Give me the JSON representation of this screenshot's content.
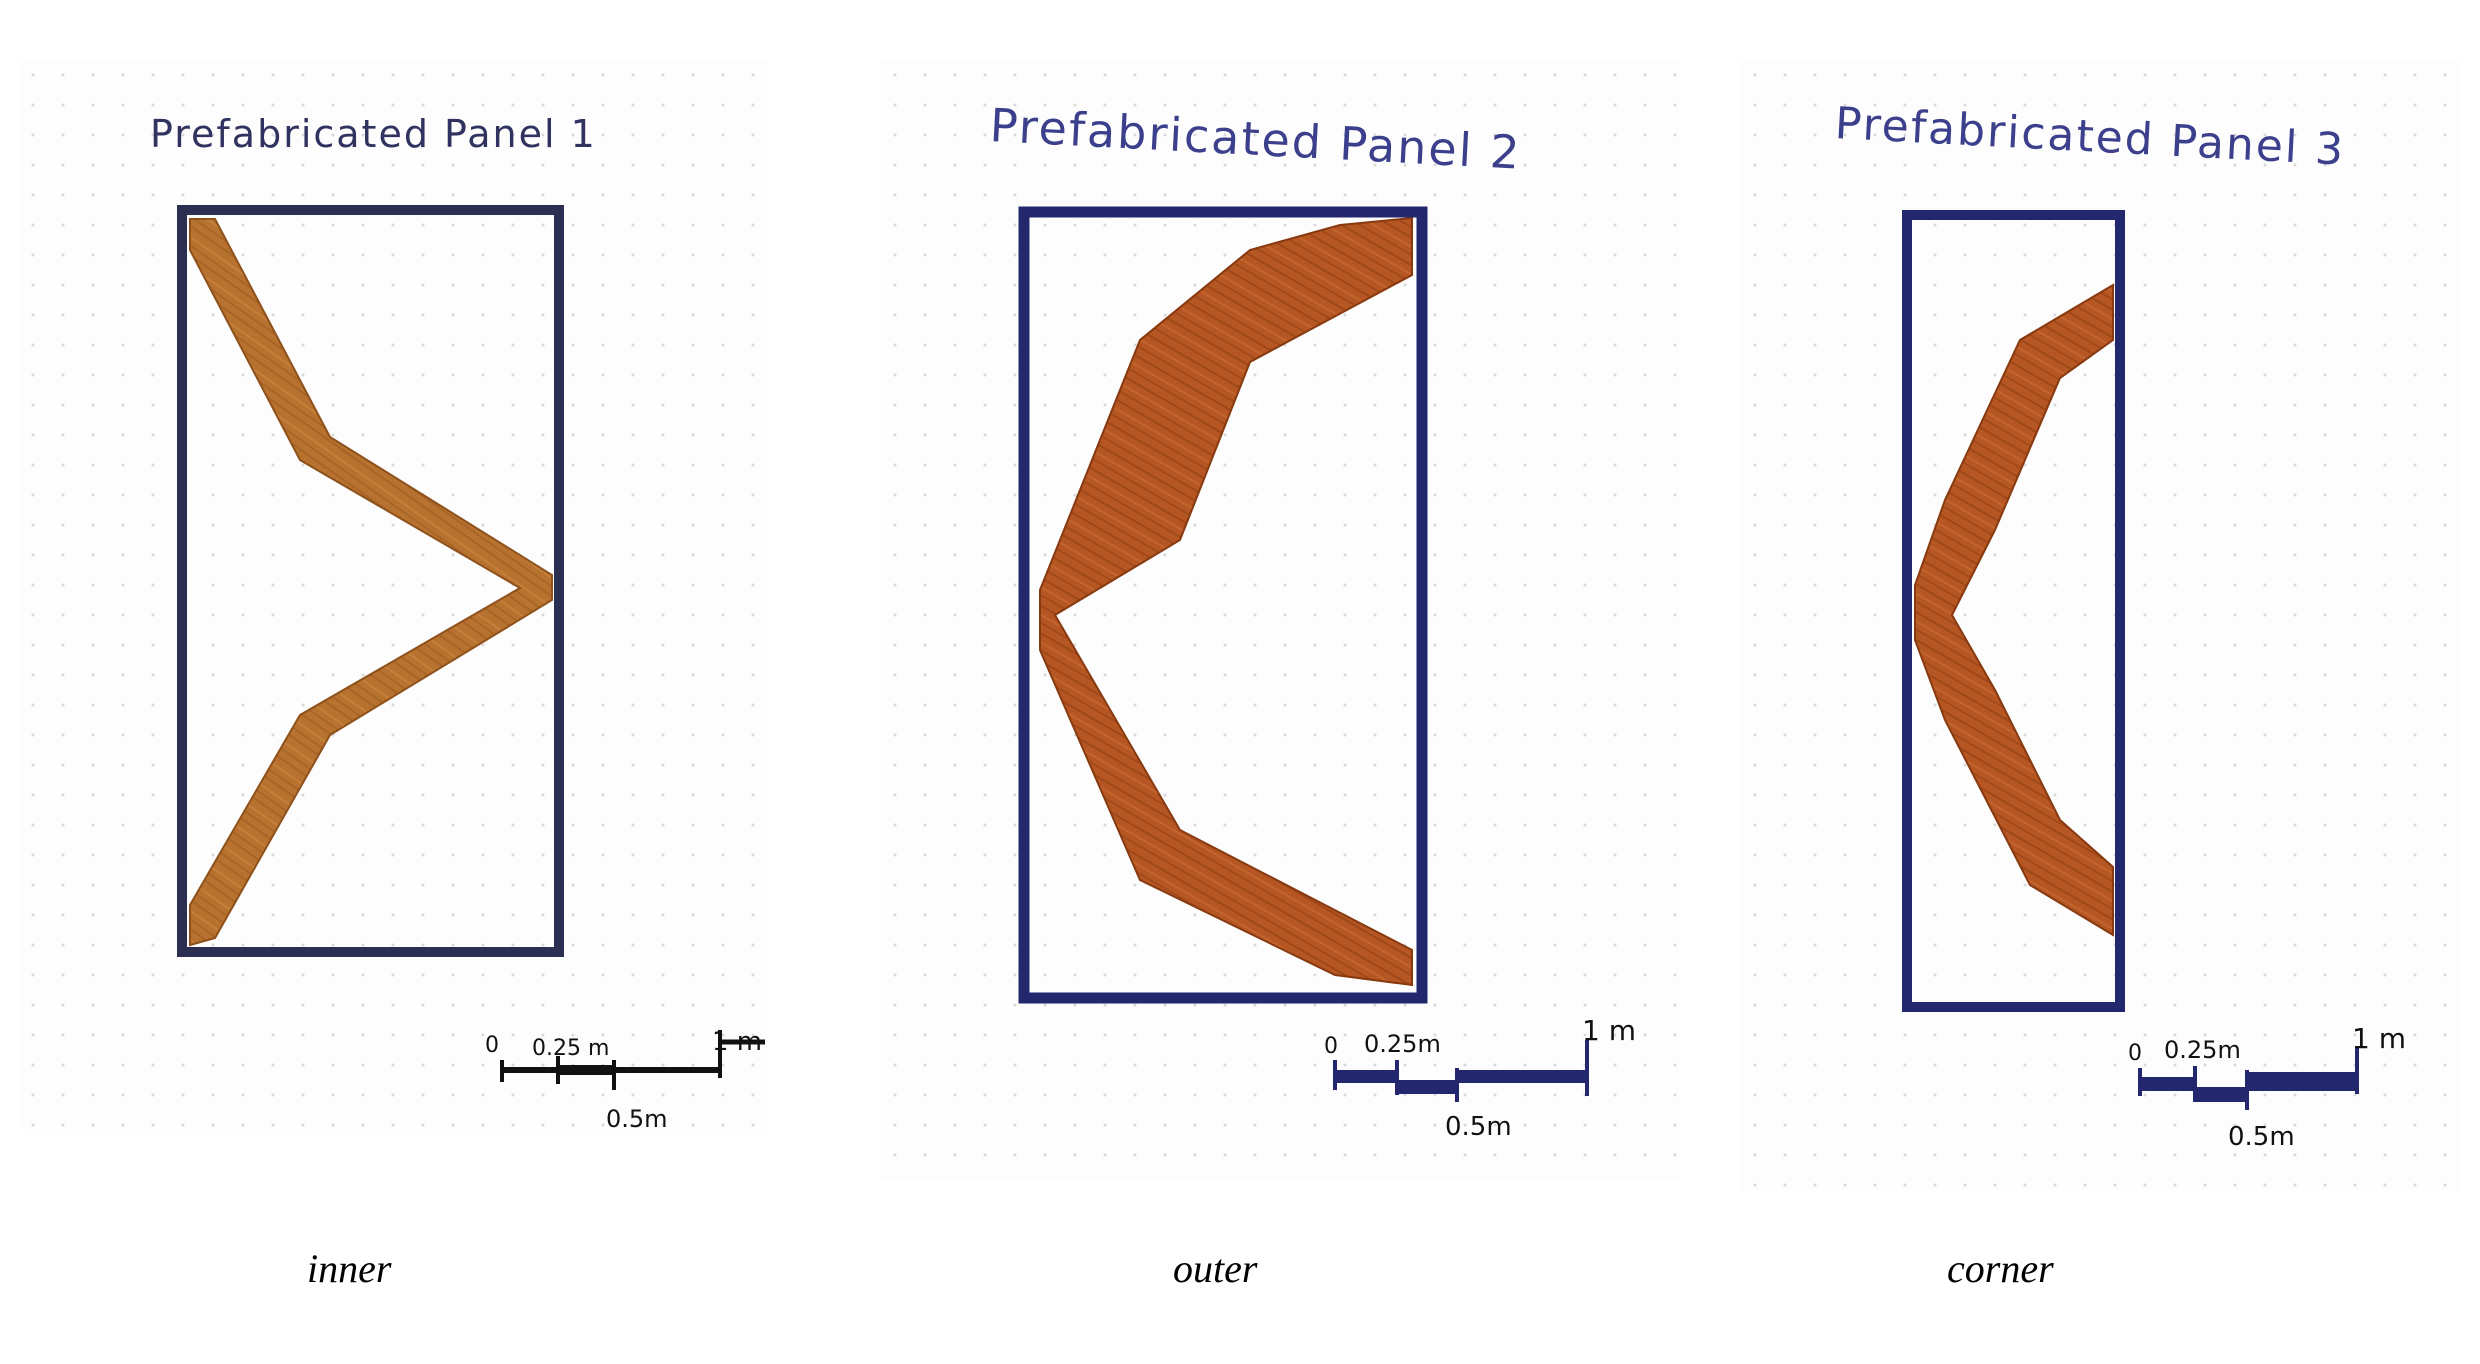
{
  "panels": [
    {
      "title": "Prefabricated Panel 1",
      "caption": "inner",
      "scale_labels": {
        "zero": "0",
        "quarter": "0.25 m",
        "half": "0.5m",
        "one": "1 m"
      }
    },
    {
      "title": "Prefabricated Panel 2",
      "caption": "outer",
      "scale_labels": {
        "zero": "0",
        "quarter": "0.25m",
        "half": "0.5m",
        "one": "1 m"
      }
    },
    {
      "title": "Prefabricated Panel 3",
      "caption": "corner",
      "scale_labels": {
        "zero": "0",
        "quarter": "0.25m",
        "half": "0.5m",
        "one": "1 m"
      }
    }
  ],
  "colors": {
    "frame_panel_1": "#2b2f52",
    "frame_panels_2_3": "#23276e",
    "brace_panel_1": "#b8722f",
    "brace_panels_2_3": "#b55623",
    "title_ink": "#3b3f8c"
  }
}
